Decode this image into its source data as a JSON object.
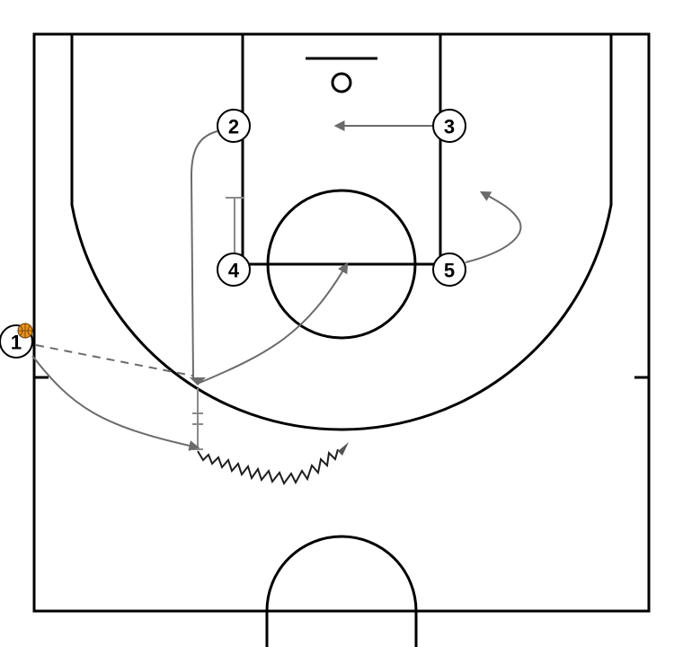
{
  "players": [
    {
      "id": "p1",
      "label": "1"
    },
    {
      "id": "p2",
      "label": "2"
    },
    {
      "id": "p3",
      "label": "3"
    },
    {
      "id": "p4",
      "label": "4"
    },
    {
      "id": "p5",
      "label": "5"
    }
  ],
  "colors": {
    "court_lines": "#000000",
    "movement": "#6b6b6b",
    "dribble": "#1e1e1e",
    "ball": "#e8921c",
    "background": "#ffffff"
  },
  "legend_icons": [
    "basketball-icon"
  ]
}
